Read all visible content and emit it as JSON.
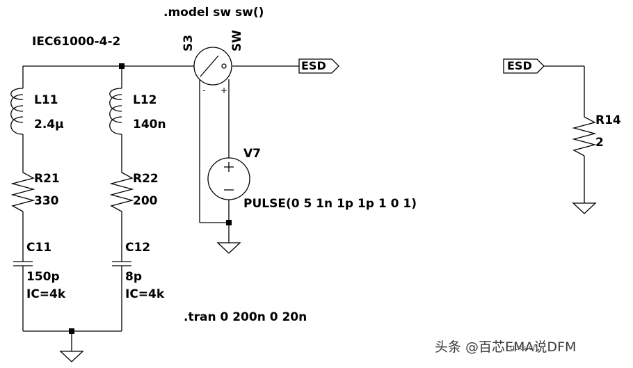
{
  "directives": {
    "model": ".model sw sw()",
    "tran": ".tran 0 200n 0 20n"
  },
  "standard_label": "IEC61000-4-2",
  "components": {
    "L11": {
      "name": "L11",
      "value": "2.4µ"
    },
    "L12": {
      "name": "L12",
      "value": "140n"
    },
    "R21": {
      "name": "R21",
      "value": "330"
    },
    "R22": {
      "name": "R22",
      "value": "200"
    },
    "C11": {
      "name": "C11",
      "value": "150p",
      "ic": "IC=4k"
    },
    "C12": {
      "name": "C12",
      "value": "8p",
      "ic": "IC=4k"
    },
    "S3": {
      "name": "S3",
      "model": "SW",
      "minus": "-",
      "plus": "+"
    },
    "V7": {
      "name": "V7",
      "value": "PULSE(0 5 1n 1p 1p 1 0 1)"
    },
    "R14": {
      "name": "R14",
      "value": "2"
    }
  },
  "net_labels": {
    "esd_out": "ESD",
    "esd_in": "ESD"
  },
  "watermark": {
    "text": "头条 @百芯EMA说DFM",
    "overlay": "gtxs.cn"
  }
}
